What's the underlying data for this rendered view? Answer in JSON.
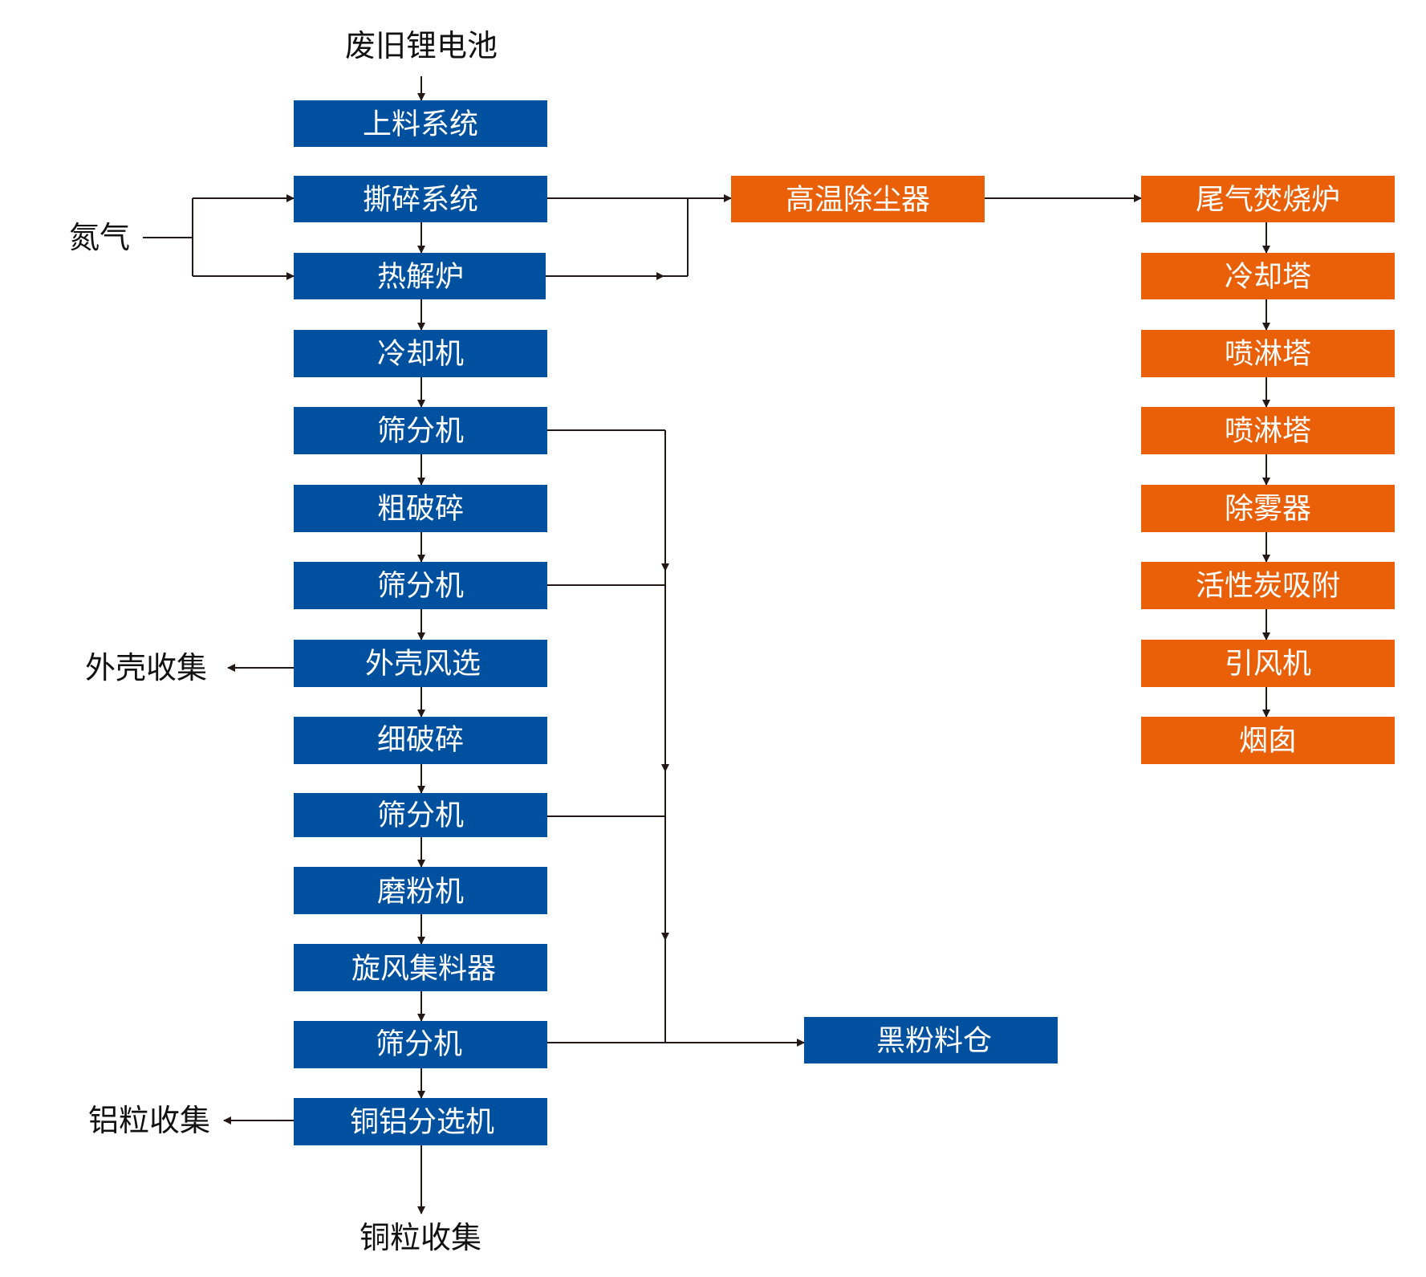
{
  "colors": {
    "blue": "#0050A0",
    "orange": "#E96008",
    "line": "#231815",
    "box_text": "#FFFFFF",
    "plain_text": "#111111"
  },
  "labels": {
    "source": "废旧锂电池",
    "nitrogen": "氮气",
    "shell_collect": "外壳收集",
    "al_collect": "铝粒收集",
    "cu_collect": "铜粒收集"
  },
  "main_line": {
    "feeding": "上料系统",
    "shredding": "撕碎系统",
    "pyrolysis": "热解炉",
    "cooler": "冷却机",
    "screen_1": "筛分机",
    "coarse_crush": "粗破碎",
    "screen_2": "筛分机",
    "shell_air_sep": "外壳风选",
    "fine_crush": "细破碎",
    "screen_3": "筛分机",
    "mill": "磨粉机",
    "cyclone": "旋风集料器",
    "screen_4": "筛分机",
    "cu_al_sep": "铜铝分选机",
    "black_powder_bin": "黑粉料仓"
  },
  "gas_line": {
    "dust_collector": "高温除尘器",
    "incinerator": "尾气焚烧炉",
    "cooling_tower": "冷却塔",
    "spray_tower_1": "喷淋塔",
    "spray_tower_2": "喷淋塔",
    "demister": "除雾器",
    "carbon_adsorb": "活性炭吸附",
    "fan": "引风机",
    "chimney": "烟囱"
  }
}
